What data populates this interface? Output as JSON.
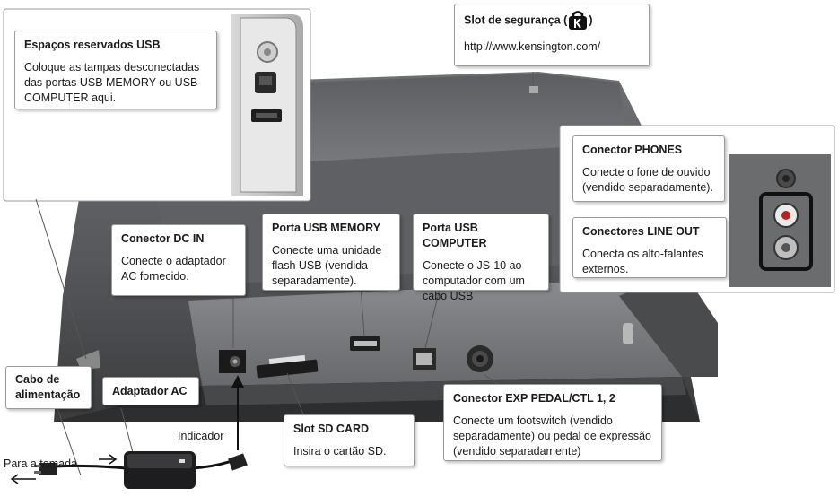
{
  "usb_holders": {
    "title": "Espaços reservados USB",
    "body": "Coloque as tampas desconectadas\ndas portas USB MEMORY ou USB\nCOMPUTER aqui."
  },
  "security_slot": {
    "title_before": "Slot de segurança (",
    "title_after": ")",
    "url": "http://www.kensington.com/",
    "icon": "kensington-lock-icon"
  },
  "phones": {
    "title": "Conector PHONES",
    "body": "Conecte o fone de ouvido\n(vendido separadamente)."
  },
  "line_out": {
    "title": "Conectores LINE OUT",
    "body": "Conecta os alto-falantes\nexternos."
  },
  "dc_in": {
    "title": "Conector DC IN",
    "body": "Conecte o adaptador\nAC fornecido."
  },
  "usb_memory": {
    "title": "Porta USB MEMORY",
    "body": "Conecte uma unidade\nflash USB (vendida\nseparadamente)."
  },
  "usb_computer": {
    "title": "Porta USB COMPUTER",
    "body": "Conecte o JS-10 ao\ncomputador com um\ncabo USB"
  },
  "exp_pedal": {
    "title": "Conector EXP PEDAL/CTL 1, 2",
    "body": "Conecte um footswitch (vendido\nseparadamente) ou pedal de expressão\n(vendido separadamente)"
  },
  "sd_card": {
    "title": "Slot SD CARD",
    "body": "Insira o cartão SD."
  },
  "power_cable": {
    "label": "Cabo de\nalimentação"
  },
  "ac_adapter": {
    "label": "Adaptador AC"
  },
  "indicator": {
    "label": "Indicador"
  },
  "to_outlet": {
    "label": "Para a tomada"
  }
}
